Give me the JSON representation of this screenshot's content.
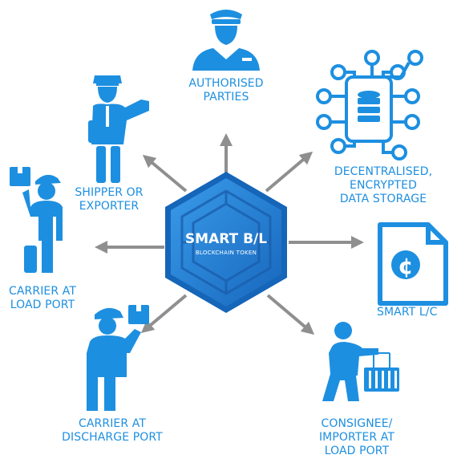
{
  "hub": {
    "title": "SMART B/L",
    "subtitle": "BLOCKCHAIN TOKEN"
  },
  "nodes": {
    "authorised": {
      "line1": "AUTHORISED",
      "line2": "PARTIES",
      "icon": "official-person-icon"
    },
    "storage": {
      "line1": "DECENTRALISED,",
      "line2": "ENCRYPTED",
      "line3": "DATA STORAGE",
      "icon": "database-circuit-icon"
    },
    "shipper": {
      "line1": "SHIPPER OR",
      "line2": "EXPORTER",
      "icon": "pointing-officer-icon"
    },
    "carrier_load": {
      "line1": "CARRIER AT",
      "line2": "LOAD PORT",
      "icon": "carrier-with-box-icon"
    },
    "smart_lc": {
      "line1": "SMART L/C",
      "icon": "cent-document-icon"
    },
    "carrier_discharge": {
      "line1": "CARRIER AT",
      "line2": "DISCHARGE PORT",
      "icon": "carrier-with-box-icon"
    },
    "consignee": {
      "line1": "CONSIGNEE/",
      "line2": "IMPORTER AT",
      "line3": "LOAD PORT",
      "icon": "person-with-container-icon"
    }
  },
  "colors": {
    "primary": "#1d8fe0",
    "hex_dark": "#1565b8",
    "hex_light": "#2f8ee2",
    "arrow": "#8f8f8f"
  }
}
